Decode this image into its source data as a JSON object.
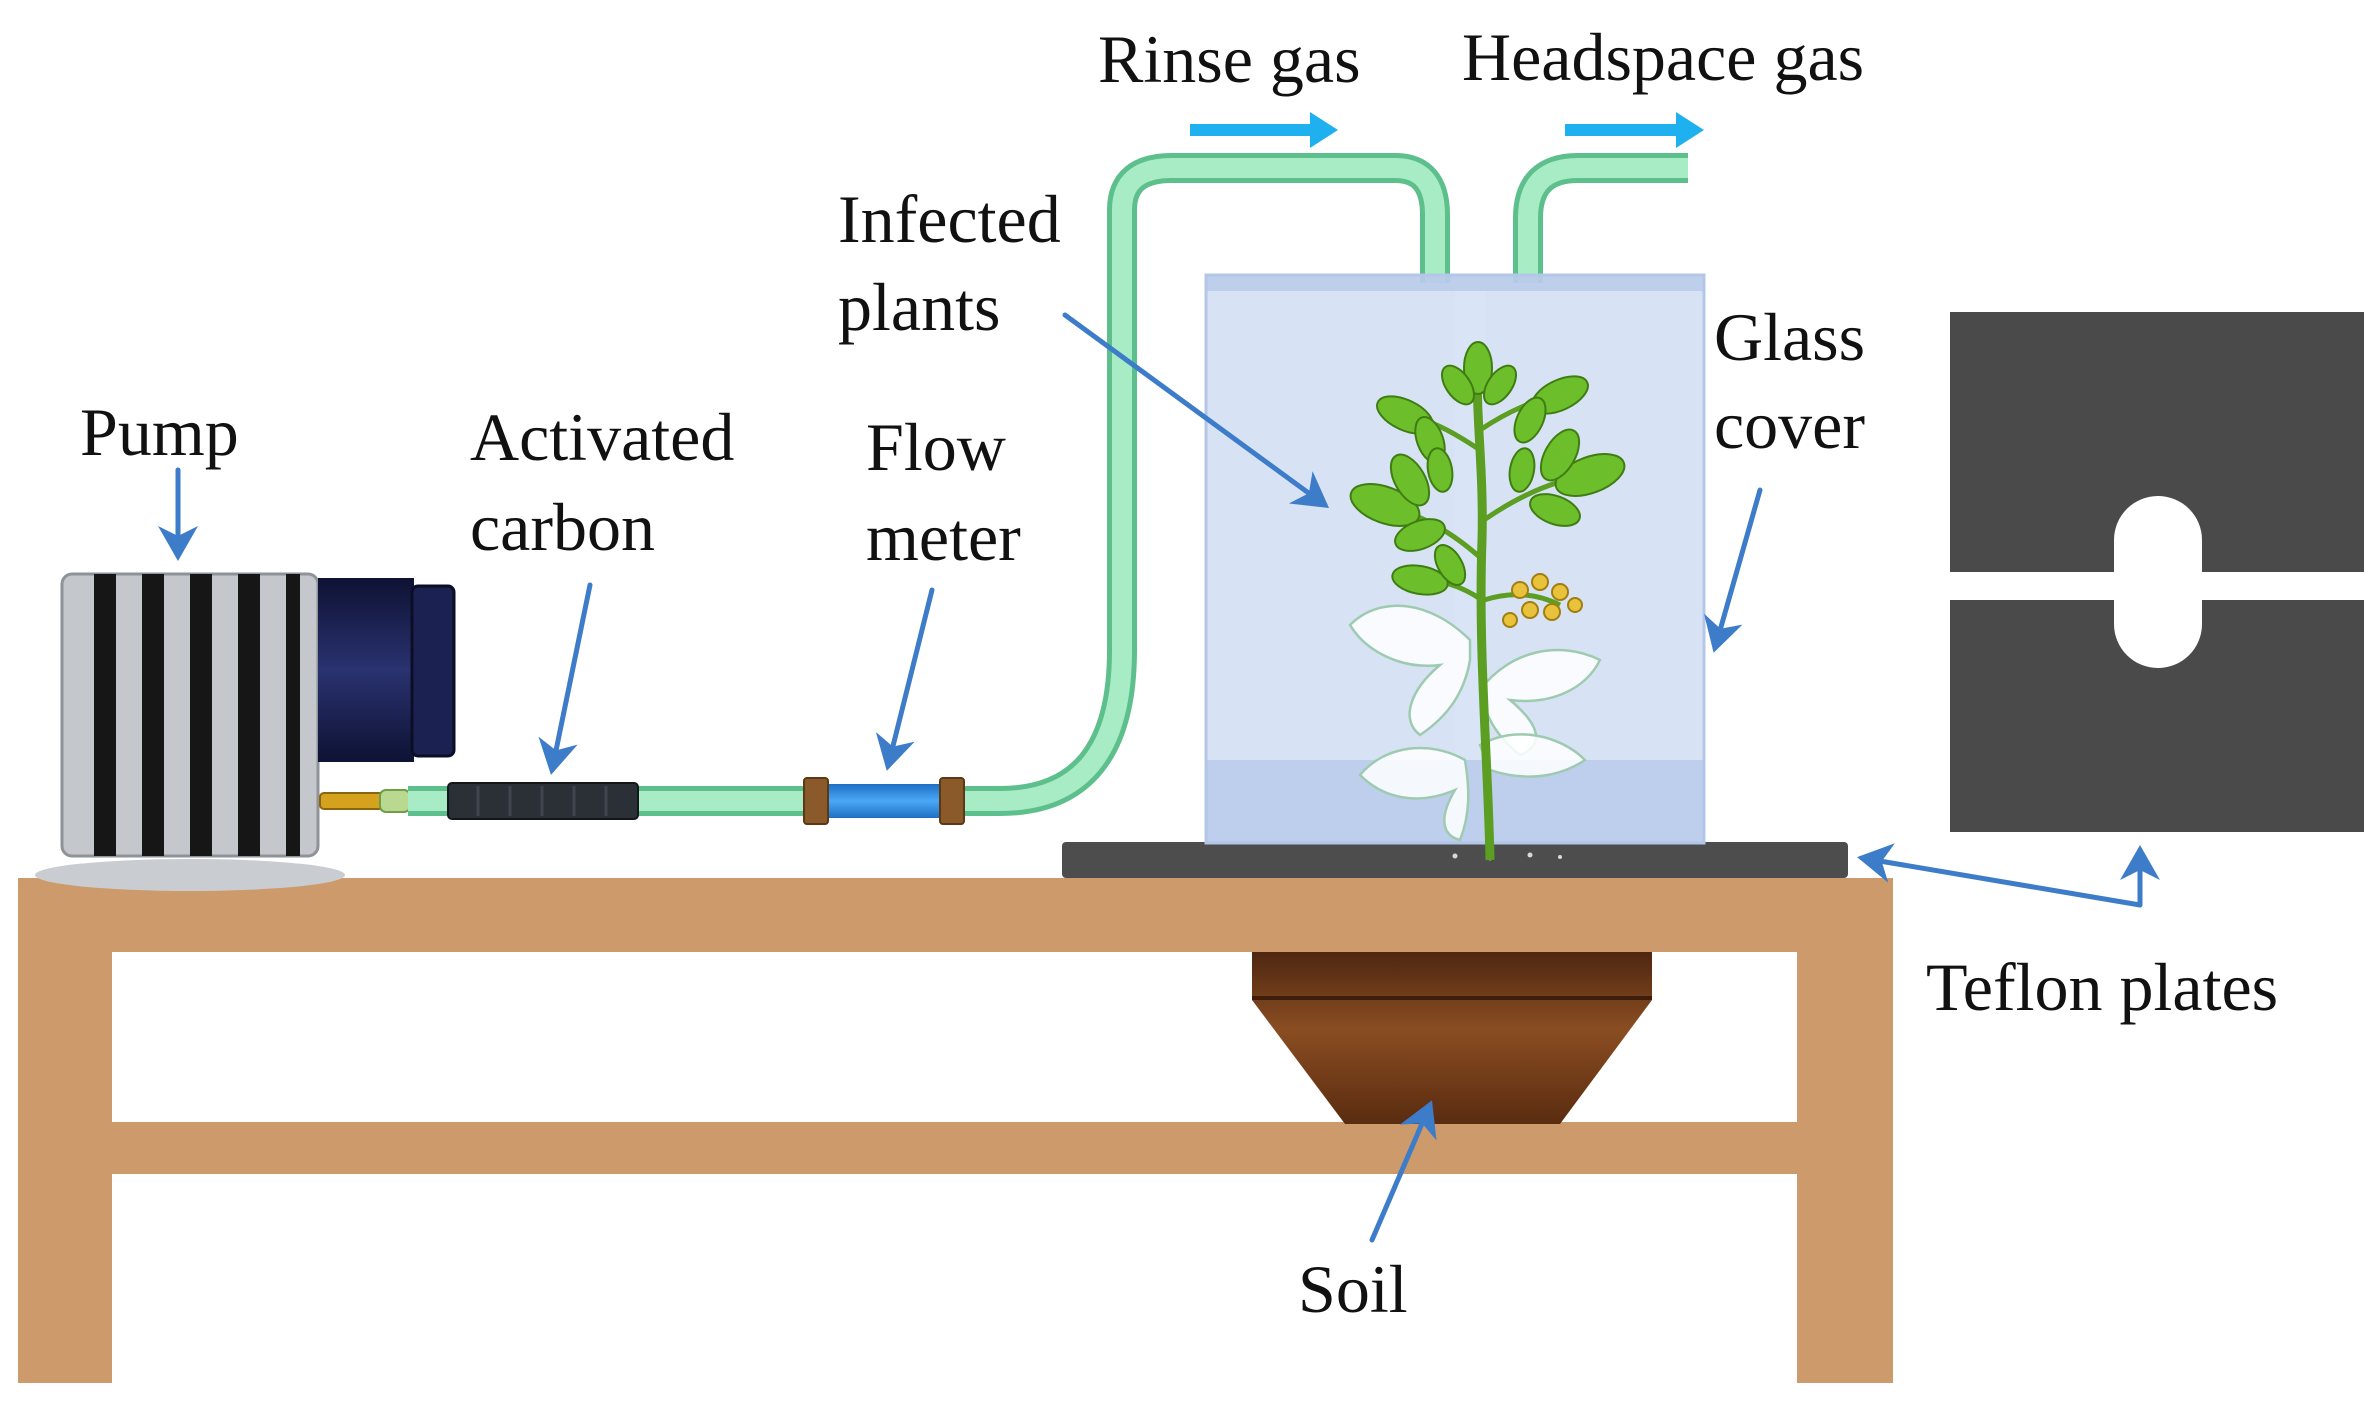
{
  "labels": {
    "pump": "Pump",
    "activated_carbon_line1": "Activated",
    "activated_carbon_line2": "carbon",
    "flow_meter_line1": "Flow",
    "flow_meter_line2": "meter",
    "rinse_gas": "Rinse gas",
    "headspace_gas": "Headspace gas",
    "infected_plants_line1": "Infected",
    "infected_plants_line2": "plants",
    "glass_cover_line1": "Glass",
    "glass_cover_line2": "cover",
    "teflon_plates": "Teflon plates",
    "soil": "Soil"
  },
  "colors": {
    "table": "#cd9b6b",
    "tube": "#9fe3bd",
    "tube_edge": "#5cbf8c",
    "gas_arrow": "#1fb0f0",
    "pointer_arrow": "#3d7cc9",
    "glass": "#c9d9f0",
    "teflon": "#4a4a4a",
    "pot": "#6b3817",
    "pump_body": "#c4c8cc",
    "pump_motor": "#1a1f4a",
    "flow_meter": "#2f8be0",
    "carbon_filter": "#2b2f36",
    "plant": "#6cbf2a"
  }
}
